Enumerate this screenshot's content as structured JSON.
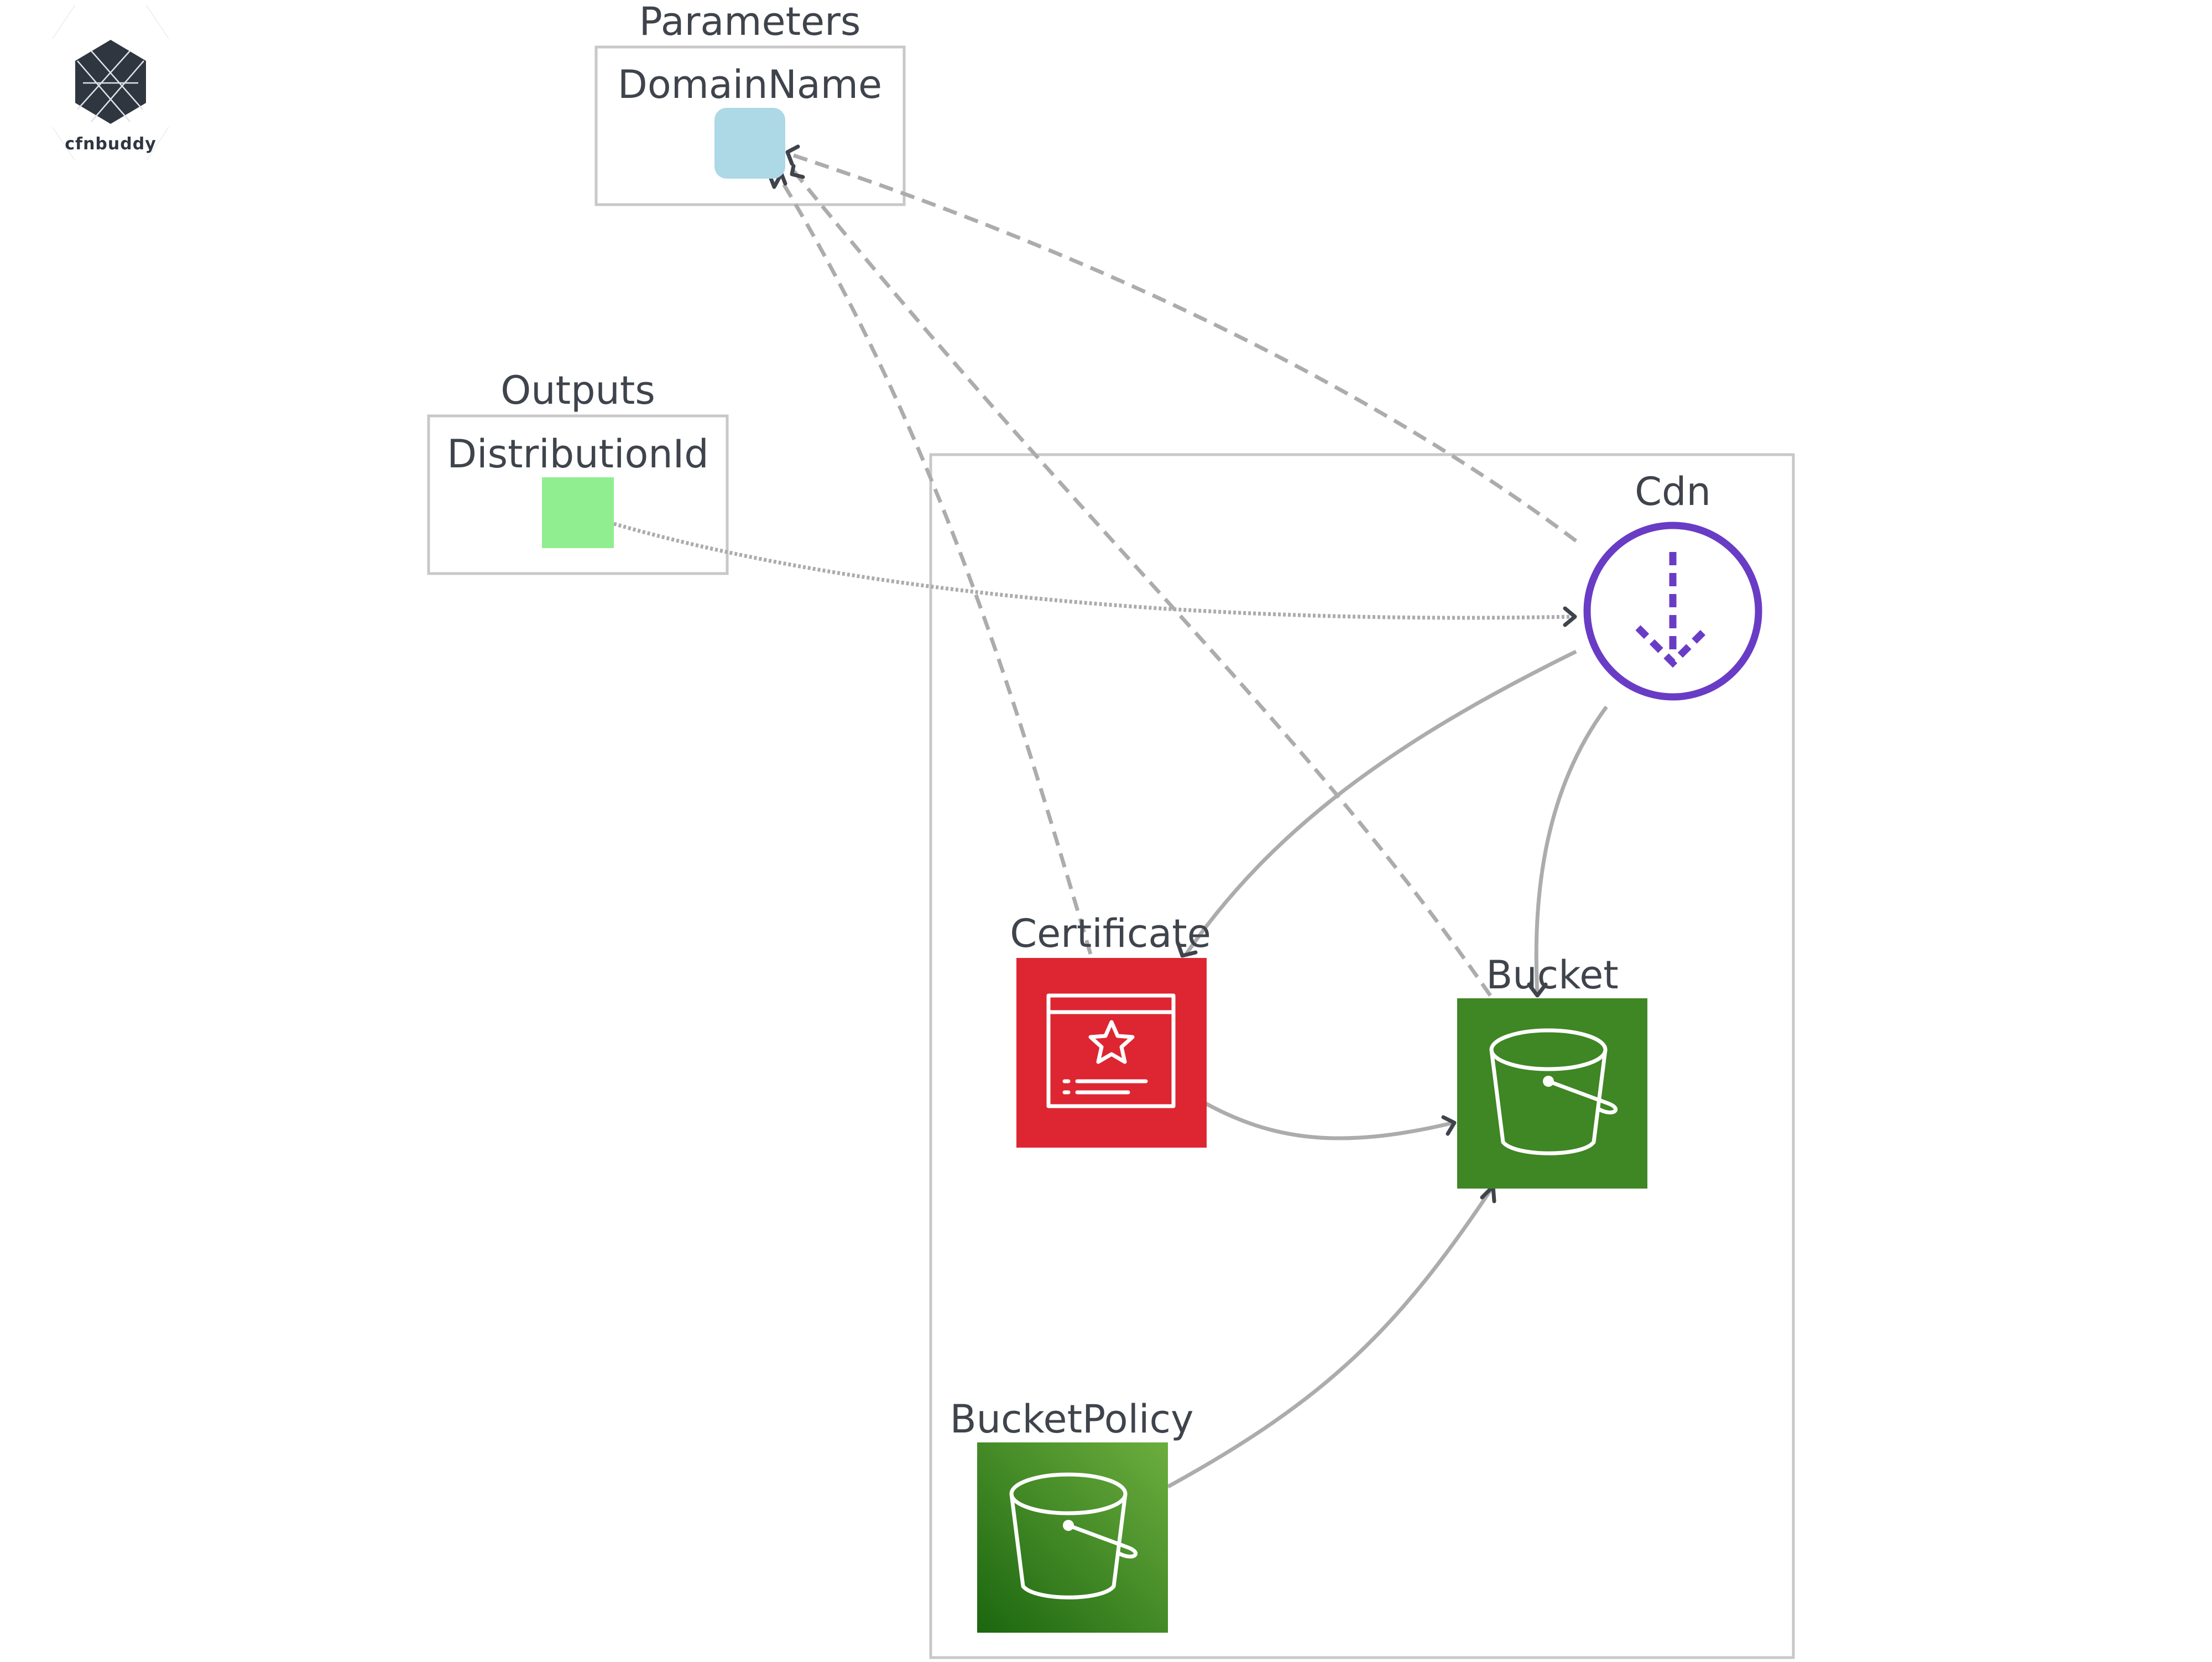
{
  "logo": {
    "text": "cfnbuddy",
    "icon": "hexagon-logo-icon"
  },
  "groups": {
    "parameters": {
      "title": "Parameters",
      "items": [
        {
          "label": "DomainName",
          "color": "#add8e6"
        }
      ]
    },
    "outputs": {
      "title": "Outputs",
      "items": [
        {
          "label": "DistributionId",
          "color": "#90ee90"
        }
      ]
    }
  },
  "resources": {
    "cdn": {
      "label": "Cdn",
      "icon": "cloudfront-icon",
      "color": "#693cc5"
    },
    "certificate": {
      "label": "Certificate",
      "icon": "certificate-manager-icon",
      "color": "#dd2632"
    },
    "bucket": {
      "label": "Bucket",
      "icon": "s3-bucket-icon",
      "color": "#3f8624"
    },
    "bucket_policy": {
      "label": "BucketPolicy",
      "icon": "s3-bucket-icon",
      "color": "#3f8624"
    }
  },
  "edges": [
    {
      "from": "Cdn",
      "to": "DomainName",
      "style": "dashed"
    },
    {
      "from": "Certificate",
      "to": "DomainName",
      "style": "dashed"
    },
    {
      "from": "Bucket",
      "to": "DomainName",
      "style": "dashed"
    },
    {
      "from": "DistributionId",
      "to": "Cdn",
      "style": "dotted"
    },
    {
      "from": "Cdn",
      "to": "Certificate",
      "style": "solid"
    },
    {
      "from": "Cdn",
      "to": "Bucket",
      "style": "solid"
    },
    {
      "from": "Certificate",
      "to": "Bucket",
      "style": "solid"
    },
    {
      "from": "BucketPolicy",
      "to": "Bucket",
      "style": "solid"
    }
  ]
}
